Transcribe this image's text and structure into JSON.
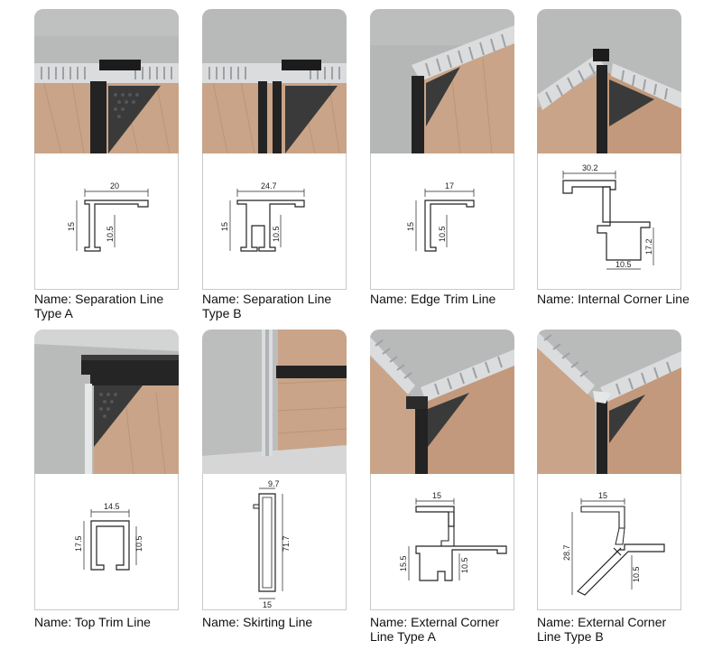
{
  "products": [
    {
      "name_line1": "Name: Separation Line",
      "name_line2": "Type A",
      "dims": [
        "20",
        "15",
        "10.5"
      ]
    },
    {
      "name_line1": "Name: Separation Line",
      "name_line2": "Type B",
      "dims": [
        "24.7",
        "15",
        "10.5"
      ]
    },
    {
      "name_line1": "Name: Edge Trim Line",
      "name_line2": "",
      "dims": [
        "17",
        "15",
        "10.5"
      ]
    },
    {
      "name_line1": "Name: Internal Corner Line",
      "name_line2": "",
      "dims": [
        "30.2",
        "17.2",
        "10.5"
      ]
    },
    {
      "name_line1": "Name: Top Trim Line",
      "name_line2": "",
      "dims": [
        "14.5",
        "17.5",
        "10.5"
      ]
    },
    {
      "name_line1": "Name: Skirting Line",
      "name_line2": "",
      "dims": [
        "9.7",
        "71.7",
        "15"
      ]
    },
    {
      "name_line1": "Name: External Corner",
      "name_line2": "Line Type A",
      "dims": [
        "15",
        "15.5",
        "10.5"
      ]
    },
    {
      "name_line1": "Name: External Corner",
      "name_line2": "Line Type B",
      "dims": [
        "15",
        "28.7",
        "10.5"
      ]
    }
  ],
  "colors": {
    "concrete": "#b7b8b8",
    "wood": "#c9a488",
    "profile_dark": "#232323",
    "aluminum": "#dadcde",
    "panel_border": "#c9c9c9"
  }
}
